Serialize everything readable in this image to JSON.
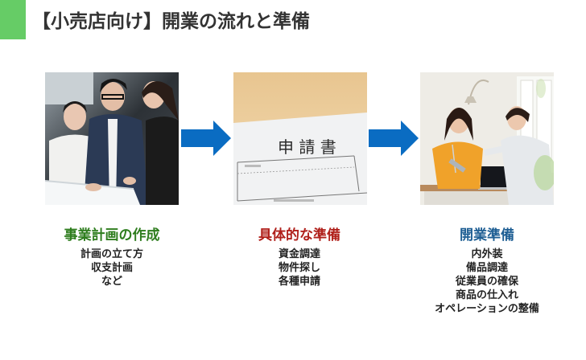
{
  "header": {
    "title": "【小売店向け】開業の流れと準備",
    "accent_color": "#66cc66"
  },
  "steps": [
    {
      "title": "事業計画の作成",
      "title_color": "#2e7d1e",
      "image": "business-planning-meeting-photo",
      "items": [
        "計画の立て方",
        "収支計画",
        "など"
      ]
    },
    {
      "title": "具体的な準備",
      "title_color": "#b0201b",
      "image": "application-form-photo",
      "image_text": "申 請 書",
      "items": [
        "資金調達",
        "物件探し",
        "各種申請"
      ]
    },
    {
      "title": "開業準備",
      "title_color": "#1f5f94",
      "image": "shop-staff-photo",
      "items": [
        "内外装",
        "備品調達",
        "従業員の確保",
        "商品の仕入れ",
        "オペレーションの整備"
      ]
    }
  ],
  "arrows": {
    "color": "#0a6cc2",
    "icon": "right-arrow-icon"
  }
}
